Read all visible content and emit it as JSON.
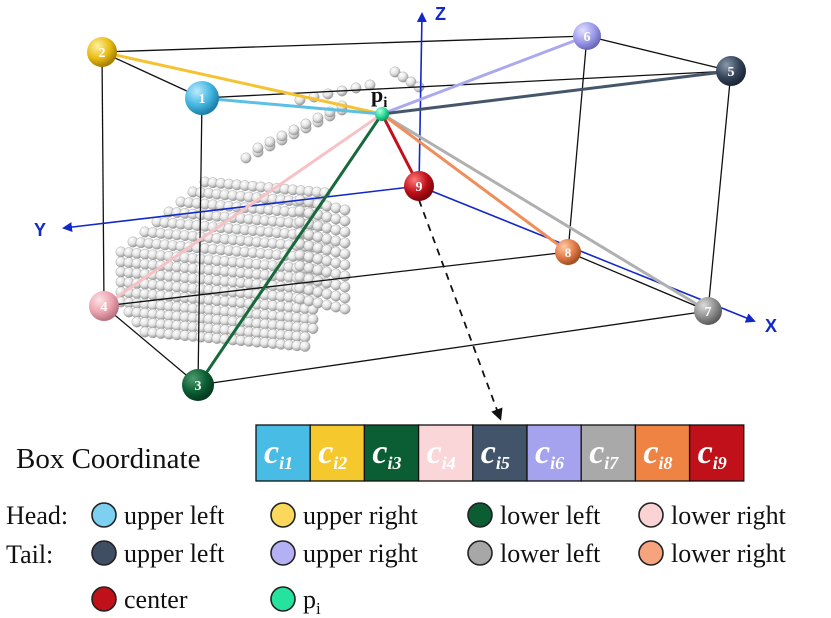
{
  "axes": {
    "x": "X",
    "y": "Y",
    "z": "Z"
  },
  "point_label": {
    "base": "p",
    "sub": "i"
  },
  "corner_numbers": [
    "1",
    "2",
    "3",
    "4",
    "5",
    "6",
    "7",
    "8",
    "9"
  ],
  "box_coordinate": {
    "label": "Box Coordinate",
    "cells": [
      {
        "main": "c",
        "sub": "i1",
        "color": "#49BCE6"
      },
      {
        "main": "c",
        "sub": "i2",
        "color": "#F5C92D"
      },
      {
        "main": "c",
        "sub": "i3",
        "color": "#0B5E33"
      },
      {
        "main": "c",
        "sub": "i4",
        "color": "#FBD6D8"
      },
      {
        "main": "c",
        "sub": "i5",
        "color": "#42546A"
      },
      {
        "main": "c",
        "sub": "i6",
        "color": "#A6A3EE"
      },
      {
        "main": "c",
        "sub": "i7",
        "color": "#A9A9A9"
      },
      {
        "main": "c",
        "sub": "i8",
        "color": "#EE8343"
      },
      {
        "main": "c",
        "sub": "i9",
        "color": "#C0101A"
      }
    ]
  },
  "legend": {
    "head_label": "Head:",
    "tail_label": "Tail:",
    "head": [
      {
        "label": "upper left",
        "color": "#7DD0F0"
      },
      {
        "label": "upper right",
        "color": "#FBD75C"
      },
      {
        "label": "lower left",
        "color": "#0B5E33"
      },
      {
        "label": "lower right",
        "color": "#FCD3D5"
      }
    ],
    "tail": [
      {
        "label": "upper left",
        "color": "#3F4E62"
      },
      {
        "label": "upper right",
        "color": "#B3B1F3"
      },
      {
        "label": "lower left",
        "color": "#A7A7A7"
      },
      {
        "label": "lower right",
        "color": "#F6A47E"
      }
    ],
    "extra": [
      {
        "label": "center",
        "color": "#C0101A"
      },
      {
        "label": "p",
        "sub": "i",
        "color": "#25E39E"
      }
    ]
  },
  "colors": {
    "axis": "#1228C8",
    "box": "#111111",
    "c1": "#43B6E2",
    "c2": "#E8BC12",
    "c3": "#0B5E33",
    "c4": "#F2B2BD",
    "c5": "#36455A",
    "c6": "#9D9BEA",
    "c7": "#9C9C9C",
    "c8": "#E17A47",
    "c9": "#C0101A",
    "pi": "#24DD97"
  }
}
